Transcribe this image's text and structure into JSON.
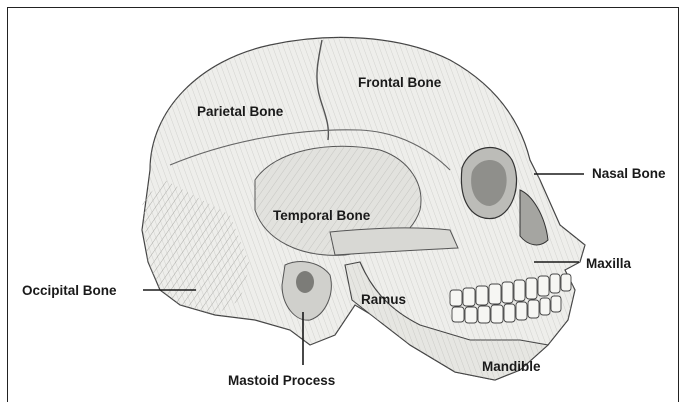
{
  "labels": {
    "frontal": "Frontal Bone",
    "parietal": "Parietal Bone",
    "temporal": "Temporal Bone",
    "nasal": "Nasal Bone",
    "maxilla": "Maxilla",
    "occipital": "Occipital Bone",
    "ramus": "Ramus",
    "mastoid": "Mastoid Process",
    "mandible": "Mandible"
  },
  "colors": {
    "ink": "#1a1a1a",
    "bone_shade": "#d9d9d6",
    "bone_light": "#efefec",
    "hatch": "#9a9a96"
  }
}
